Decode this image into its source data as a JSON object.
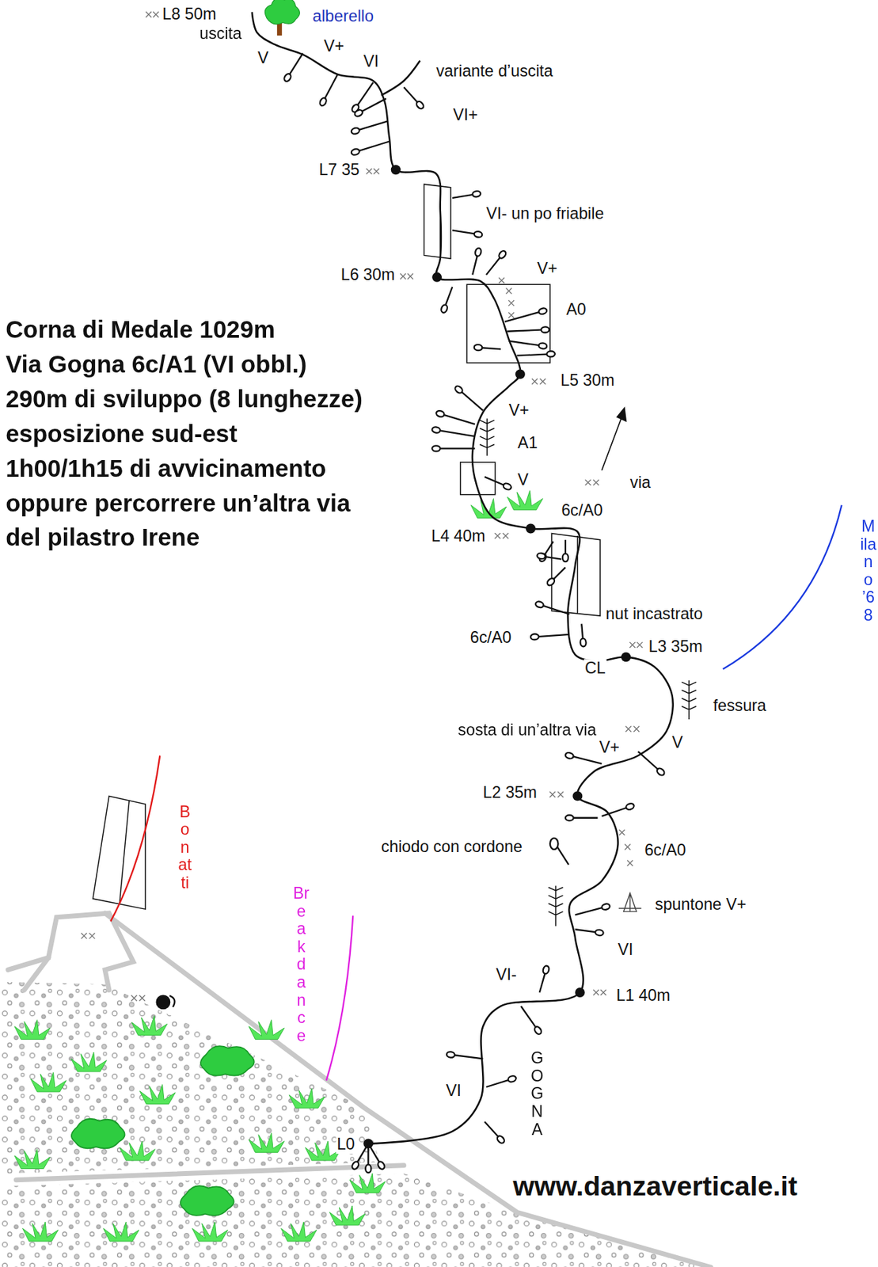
{
  "diagram": {
    "title": "Corna di Medale 1029m",
    "labels": [
      "Via Gogna 6c/A1 (VI obbl.)",
      "290m di sviluppo (8 lunghezze)",
      "esposizione sud-est",
      "1h00/1h15 di avvicinamento",
      "oppure percorrere un’altra via",
      "del pilastro Irene",
      "L8 50m",
      "alberello",
      "uscita",
      "V",
      "V+",
      "VI",
      "variante d’uscita",
      "VI+",
      "L7 35",
      "VI- un po friabile",
      "L6 30m",
      "V+",
      "A0",
      "L5 30m",
      "V+",
      "A1",
      "V",
      "via",
      "6c/A0",
      "L4 40m",
      "nut incastrato",
      "6c/A0",
      "L3 35m",
      "CL",
      "fessura",
      "sosta di un’altra via",
      "V+",
      "V",
      "L2 35m",
      "chiodo con cordone",
      "6c/A0",
      "spuntone V+",
      "VI",
      "VI-",
      "L1 40m",
      "VI",
      "GOGNA",
      "L0",
      "Bonatti",
      "Breakdance",
      "Milano ’68",
      "www.danzaverticale.it"
    ]
  }
}
